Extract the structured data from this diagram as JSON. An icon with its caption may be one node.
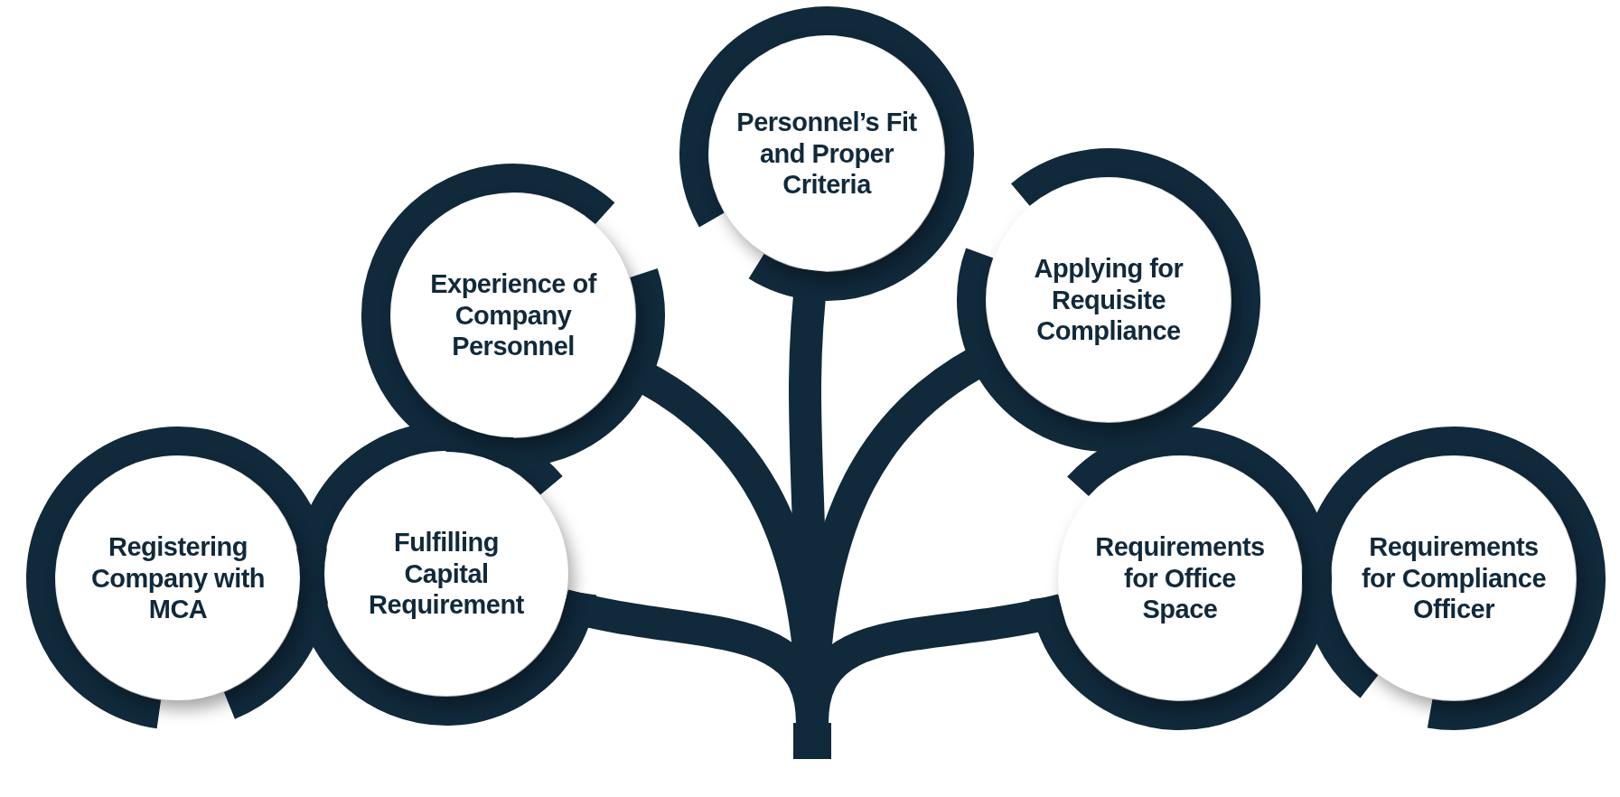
{
  "diagram": {
    "nodes": [
      {
        "text": [
          "Experience of Company Personnel"
        ]
      },
      {
        "text": [
          "Personnel’s Fit and Proper Criteria"
        ]
      },
      {
        "text": [
          "Applying for Requisite Compliance"
        ]
      },
      {
        "text": [
          "Registering Company with MCA"
        ]
      },
      {
        "text": [
          "Fulfilling Capital Requirement"
        ]
      },
      {
        "text": [
          "Requirements for Office Space"
        ]
      },
      {
        "text": [
          "Requirements for Compliance Officer"
        ]
      },
      {
        "text": [],
        "shape": "bar"
      }
    ],
    "edges": [
      {
        "from": 7,
        "to": 1,
        "arrow": "none"
      },
      {
        "from": 7,
        "to": 0,
        "arrow": "none"
      },
      {
        "from": 7,
        "to": 2,
        "arrow": "none"
      },
      {
        "from": 7,
        "to": 4,
        "arrow": "none"
      },
      {
        "from": 7,
        "to": 5,
        "arrow": "none"
      }
    ]
  }
}
